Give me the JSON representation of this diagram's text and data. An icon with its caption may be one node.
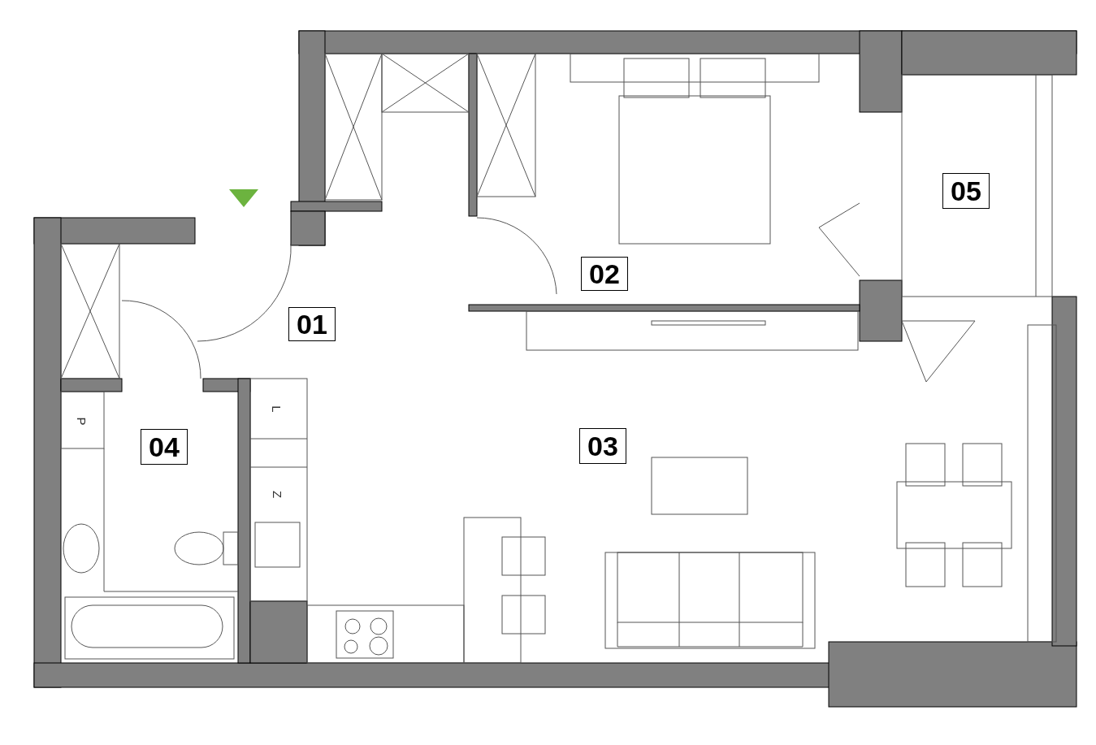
{
  "diagram": {
    "nodes": [
      {
        "text": [
          "01"
        ]
      },
      {
        "text": [
          "02"
        ]
      },
      {
        "text": [
          "03"
        ]
      },
      {
        "text": [
          "04"
        ]
      },
      {
        "text": [
          "05"
        ]
      }
    ],
    "labels": [
      "L",
      "Z",
      "P"
    ]
  }
}
